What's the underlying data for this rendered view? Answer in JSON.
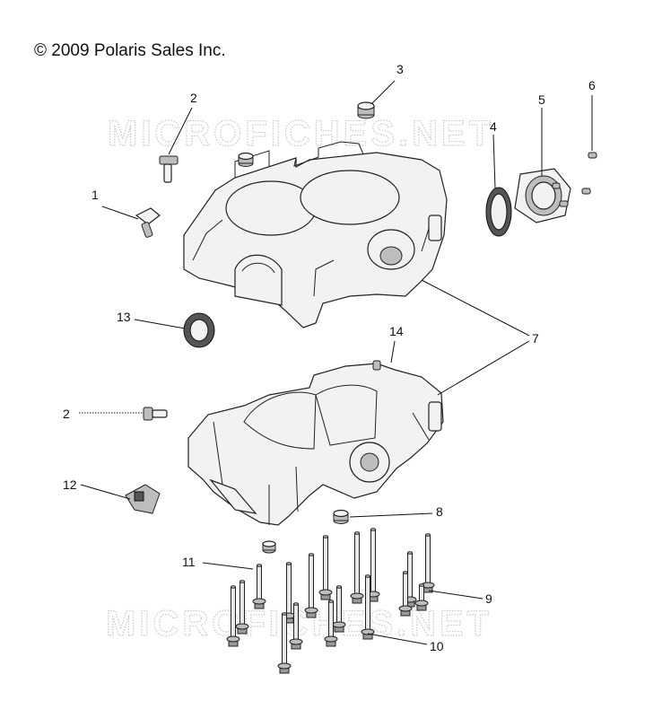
{
  "copyright": "© 2009 Polaris Sales Inc.",
  "watermark": "MICROFICHES.NET",
  "callouts": {
    "c1": "1",
    "c2a": "2",
    "c2b": "2",
    "c3": "3",
    "c4": "4",
    "c5": "5",
    "c6": "6",
    "c7": "7",
    "c8": "8",
    "c9": "9",
    "c10": "10",
    "c11": "11",
    "c12": "12",
    "c13": "13",
    "c14": "14"
  }
}
